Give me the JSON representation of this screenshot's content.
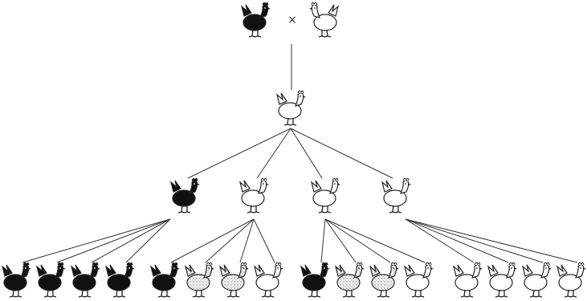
{
  "title": "",
  "cross_symbol": "×",
  "colors": {
    "black": "#111111",
    "white": "#ffffff",
    "speckled": "#d9d9d9",
    "outline": "#222222",
    "line": "#333333"
  },
  "parents": [
    "black",
    "white"
  ],
  "f1": [
    "white"
  ],
  "f2": [
    "black",
    "white",
    "white",
    "white"
  ],
  "f3": [
    [
      "black",
      "black",
      "black",
      "black"
    ],
    [
      "black",
      "speckled",
      "speckled",
      "white"
    ],
    [
      "black",
      "speckled",
      "speckled",
      "white"
    ],
    [
      "white",
      "white",
      "white",
      "white"
    ]
  ]
}
